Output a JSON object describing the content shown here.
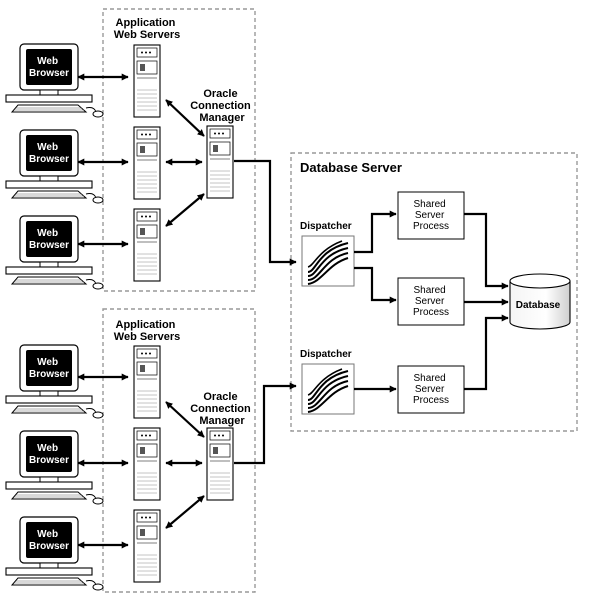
{
  "group_top": {
    "app_label_1": "Application",
    "app_label_2": "Web Servers",
    "ocm_label_1": "Oracle",
    "ocm_label_2": "Connection",
    "ocm_label_3": "Manager",
    "browsers": [
      {
        "line1": "Web",
        "line2": "Browser"
      },
      {
        "line1": "Web",
        "line2": "Browser"
      },
      {
        "line1": "Web",
        "line2": "Browser"
      }
    ]
  },
  "group_bottom": {
    "app_label_1": "Application",
    "app_label_2": "Web Servers",
    "ocm_label_1": "Oracle",
    "ocm_label_2": "Connection",
    "ocm_label_3": "Manager",
    "browsers": [
      {
        "line1": "Web",
        "line2": "Browser"
      },
      {
        "line1": "Web",
        "line2": "Browser"
      },
      {
        "line1": "Web",
        "line2": "Browser"
      }
    ]
  },
  "db_server": {
    "title": "Database Server",
    "dispatcher_1": "Dispatcher",
    "dispatcher_2": "Dispatcher",
    "shared_servers": [
      {
        "line1": "Shared",
        "line2": "Server",
        "line3": "Process"
      },
      {
        "line1": "Shared",
        "line2": "Server",
        "line3": "Process"
      },
      {
        "line1": "Shared",
        "line2": "Server",
        "line3": "Process"
      }
    ],
    "database": "Database"
  }
}
